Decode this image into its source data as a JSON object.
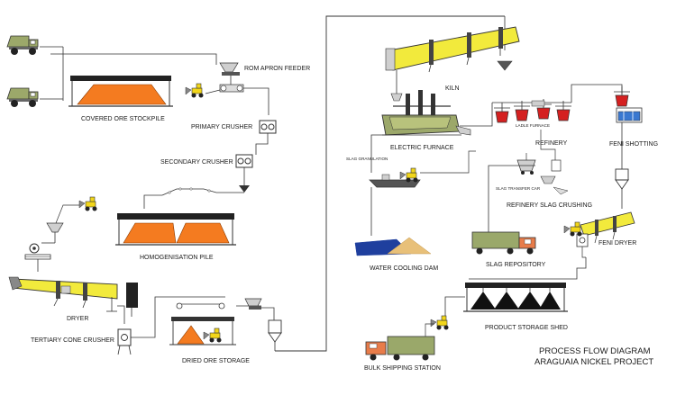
{
  "labels": {
    "rom_apron_feeder": "ROM APRON FEEDER",
    "covered_ore_stockpile": "COVERED ORE STOCKPILE",
    "primary_crusher": "PRIMARY CRUSHER",
    "secondary_crusher": "SECONDARY CRUSHER",
    "homogenisation_pile": "HOMOGENISATION PILE",
    "dryer": "DRYER",
    "tertiary_cone_crusher": "TERTIARY CONE CRUSHER",
    "dried_ore_storage": "DRIED ORE STORAGE",
    "kiln": "KILN",
    "electric_furnace": "ELECTRIC FURNACE",
    "slag_granulation": "SLAG GRANULATION",
    "water_cooling_dam": "WATER COOLING DAM",
    "ladle_furnace": "LADLE FURNACE",
    "refinery": "REFINERY",
    "feni_shotting": "FeNi SHOTTING",
    "slag_transfer_car": "SLAG TRANSFER CAR",
    "refinery_slag_crushing": "REFINERY SLAG CRUSHING",
    "slag_repository": "SLAG REPOSITORY",
    "feni_dryer": "FeNi DRYER",
    "product_storage_shed": "PRODUCT STORAGE SHED",
    "bulk_shipping_station": "BULK SHIPPING STATION"
  },
  "title": {
    "line1": "PROCESS FLOW DIAGRAM",
    "line2": "ARAGUAIA NICKEL PROJECT"
  },
  "colors": {
    "kiln_yellow": "#f2ea3c",
    "ore_orange": "#f47b20",
    "water_blue": "#1f3f9e",
    "sand": "#e8c079",
    "truck_green": "#9aa86a",
    "truck_cab": "#e87c4a",
    "ladle_red": "#d42020",
    "crane_yellow": "#f2d61a",
    "equipment_green": "#9ca86a"
  }
}
